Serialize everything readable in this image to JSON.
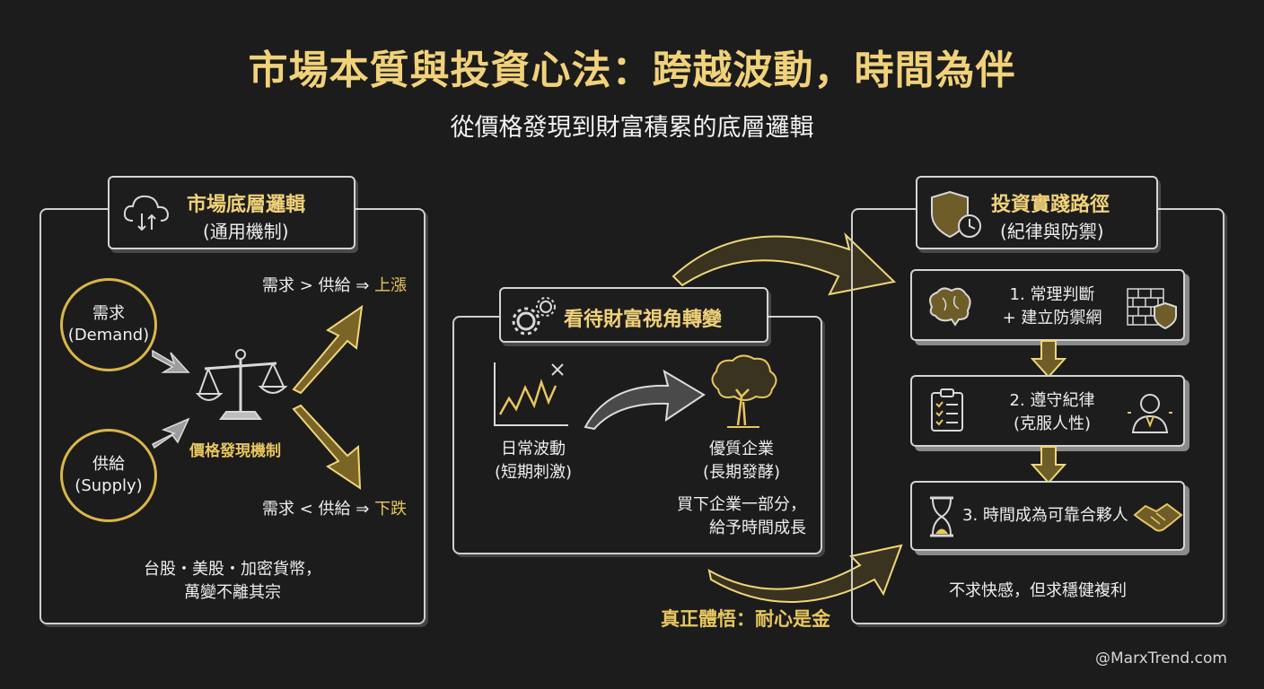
{
  "title": "市場本質與投資心法：跨越波動，時間為伴",
  "subtitle": "從價格發現到財富積累的底層邏輯",
  "left_panel": {
    "header_title": "市場底層邏輯",
    "header_sub": "(通用機制)",
    "demand_line1": "需求",
    "demand_line2": "(Demand)",
    "supply_line1": "供給",
    "supply_line2": "(Supply)",
    "mechanism": "價格發現機制",
    "rise_text": "需求 > 供給 ⇒ ",
    "rise_word": "上漲",
    "fall_text": "需求 < 供給 ⇒ ",
    "fall_word": "下跌",
    "footer_line1": "台股・美股・加密貨幣，",
    "footer_line2": "萬變不離其宗"
  },
  "middle_panel": {
    "header_title": "看待財富視角轉變",
    "daily_line1": "日常波動",
    "daily_line2": "(短期刺激)",
    "quality_line1": "優質企業",
    "quality_line2": "(長期發酵)",
    "buy_line1": "買下企業一部分，",
    "buy_line2": "給予時間成長",
    "insight": "真正體悟：耐心是金"
  },
  "right_panel": {
    "header_title": "投資實踐路徑",
    "header_sub": "(紀律與防禦)",
    "step1_line1": "1. 常理判斷",
    "step1_line2": "+ 建立防禦網",
    "step2_line1": "2. 遵守紀律",
    "step2_line2": "(克服人性)",
    "step3": "3. 時間成為可靠合夥人",
    "footer": "不求快感，但求穩健複利"
  },
  "watermark": "@MarxTrend.com",
  "colors": {
    "accent": "#f1d27a",
    "gold": "#e8c65f",
    "background": "#1c1c1c"
  },
  "icons": [
    "cloud-sync-icon",
    "scale-icon",
    "gears-icon",
    "zigzag-chart-icon",
    "tree-icon",
    "shield-clock-icon",
    "brain-icon",
    "wall-shield-icon",
    "checklist-icon",
    "person-icon",
    "hourglass-icon",
    "handshake-icon"
  ]
}
